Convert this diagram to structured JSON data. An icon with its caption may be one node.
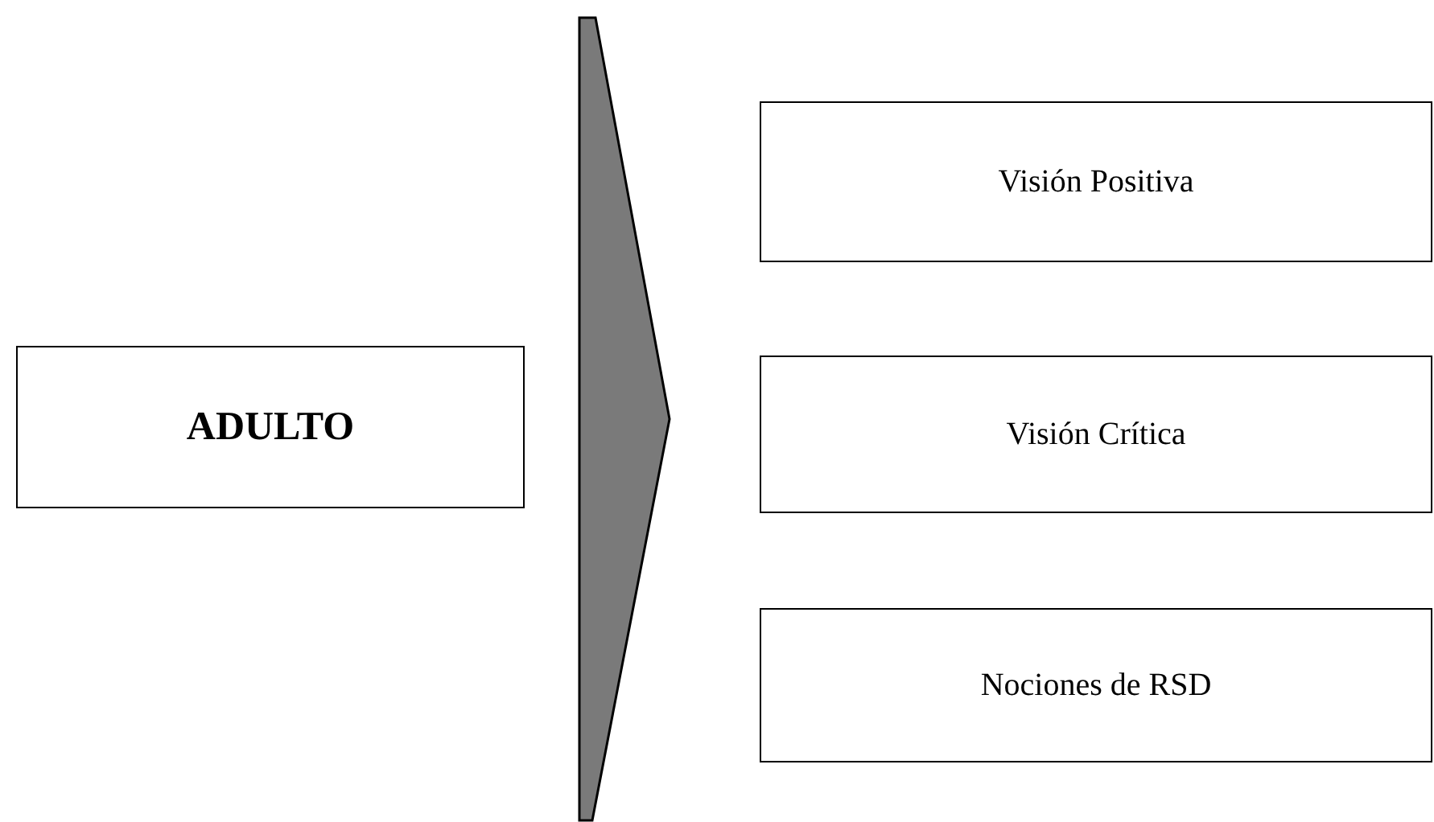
{
  "diagram": {
    "nodes": [
      {
        "text": [
          "ADULTO"
        ]
      },
      {
        "text": [],
        "shape": "chevron"
      },
      {
        "text": [
          "Visión Positiva"
        ]
      },
      {
        "text": [
          "Visión Crítica"
        ]
      },
      {
        "text": [
          "Nociones de RSD"
        ]
      }
    ]
  }
}
